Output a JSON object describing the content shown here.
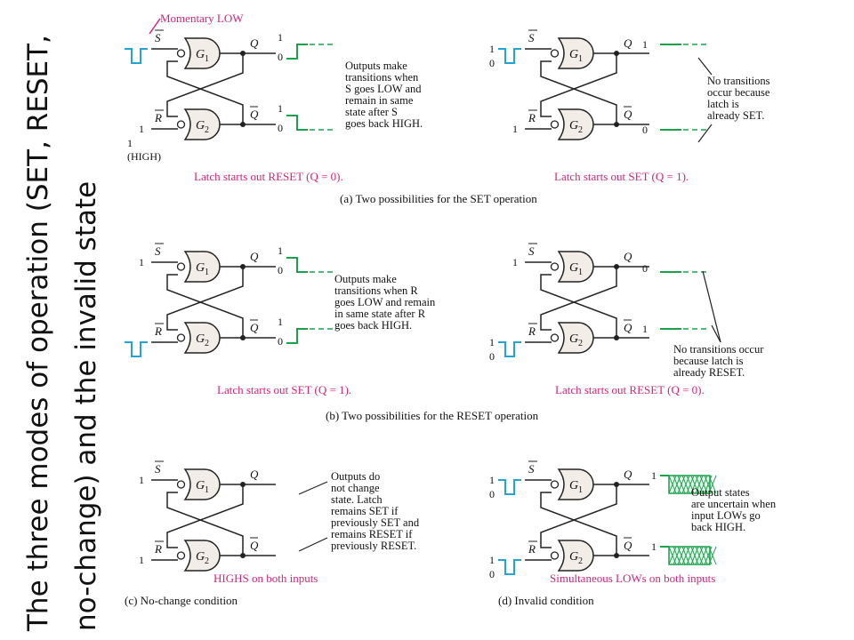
{
  "slide_title": "The three modes of operation (SET, RESET, no-change) and the invalid state",
  "colors": {
    "wire": "#222222",
    "pulse": "#1fa6d6",
    "accent": "#d4237a",
    "output": "#18a24a",
    "gate_fill": "#f2eee7"
  },
  "labels": {
    "s_bar": "S",
    "r_bar": "R",
    "q": "Q",
    "q_bar": "Q",
    "g1": "G",
    "g2": "G",
    "g1_sub": "1",
    "g2_sub": "2",
    "one": "1",
    "zero": "0",
    "high": "(HIGH)"
  },
  "panels": {
    "a1": {
      "momentary": "Momentary LOW",
      "note": [
        "Outputs make",
        "transitions when",
        "S goes LOW and",
        "remain in same",
        "state after S",
        "goes back HIGH."
      ],
      "caption": "Latch starts out RESET (Q = 0)."
    },
    "a2": {
      "note": [
        "No transitions",
        "occur because",
        "latch is",
        "already SET."
      ],
      "caption": "Latch starts out SET (Q = 1)."
    },
    "a_caption": "(a)  Two possibilities for the SET operation",
    "b1": {
      "note": [
        "Outputs make",
        "transitions when R",
        "goes LOW and remain",
        "in same state after R",
        "goes back HIGH."
      ],
      "caption": "Latch starts out SET (Q = 1)."
    },
    "b2": {
      "note": [
        "No transitions occur",
        "because latch is",
        "already RESET."
      ],
      "caption": "Latch starts out RESET (Q = 0)."
    },
    "b_caption": "(b)  Two possibilities for the RESET operation",
    "c": {
      "note": [
        "Outputs do",
        "not change",
        "state.  Latch",
        "remains SET if",
        "previously SET and",
        "remains RESET if",
        "previously RESET."
      ],
      "caption": "HIGHS on both inputs"
    },
    "c_caption": "(c)  No-change condition",
    "d": {
      "note": [
        "Output states",
        "are uncertain when",
        "input LOWs go",
        "back HIGH."
      ],
      "caption": "Simultaneous LOWs on both inputs"
    },
    "d_caption": "(d)  Invalid condition"
  }
}
